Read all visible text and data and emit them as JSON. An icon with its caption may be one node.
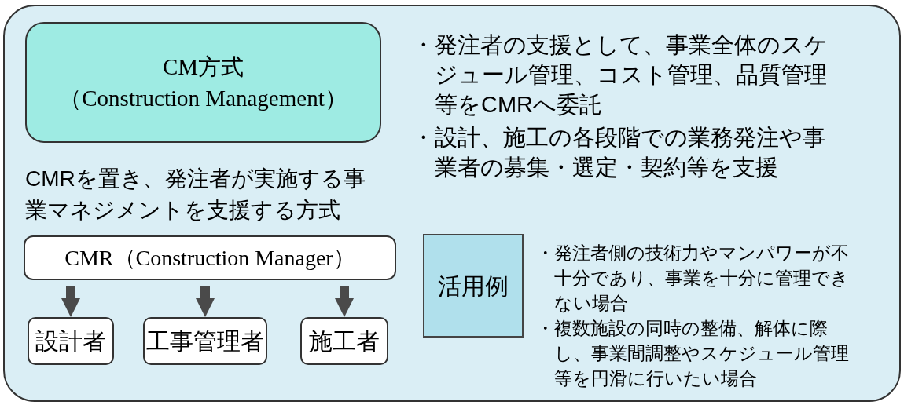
{
  "diagram": {
    "nodes": [
      {
        "text": [],
        "shape": "box"
      },
      {
        "text": [
          "CM方式",
          "（Construction Management）"
        ],
        "in": 0
      },
      {
        "text": [
          "CMR（Construction Manager）"
        ],
        "in": 0
      },
      {
        "text": [
          "設計者"
        ],
        "in": 0
      },
      {
        "text": [
          "工事管理者"
        ],
        "in": 0
      },
      {
        "text": [
          "施工者"
        ],
        "in": 0
      },
      {
        "text": [
          "活用例"
        ],
        "in": 0
      }
    ],
    "edges": [
      {
        "from": 2,
        "to": 3,
        "arrow": "to"
      },
      {
        "from": 2,
        "to": 4,
        "arrow": "to"
      },
      {
        "from": 2,
        "to": 5,
        "arrow": "to"
      }
    ],
    "labels": [
      "CMRを置き、発注者が実施する事業マネジメントを支援する方式",
      "・発注者の支援として、事業全体のスケジュール管理、コスト管理、品質管理等をCMRへ委託",
      "・設計、施工の各段階での業務発注や事業者の募集・選定・契約等を支援",
      "・発注者側の技術力やマンパワーが不十分であり、事業を十分に管理できない場合",
      "・複数施設の同時の整備、解体に際し、事業間調整やスケジュール管理等を円滑に行いたい場合"
    ]
  }
}
